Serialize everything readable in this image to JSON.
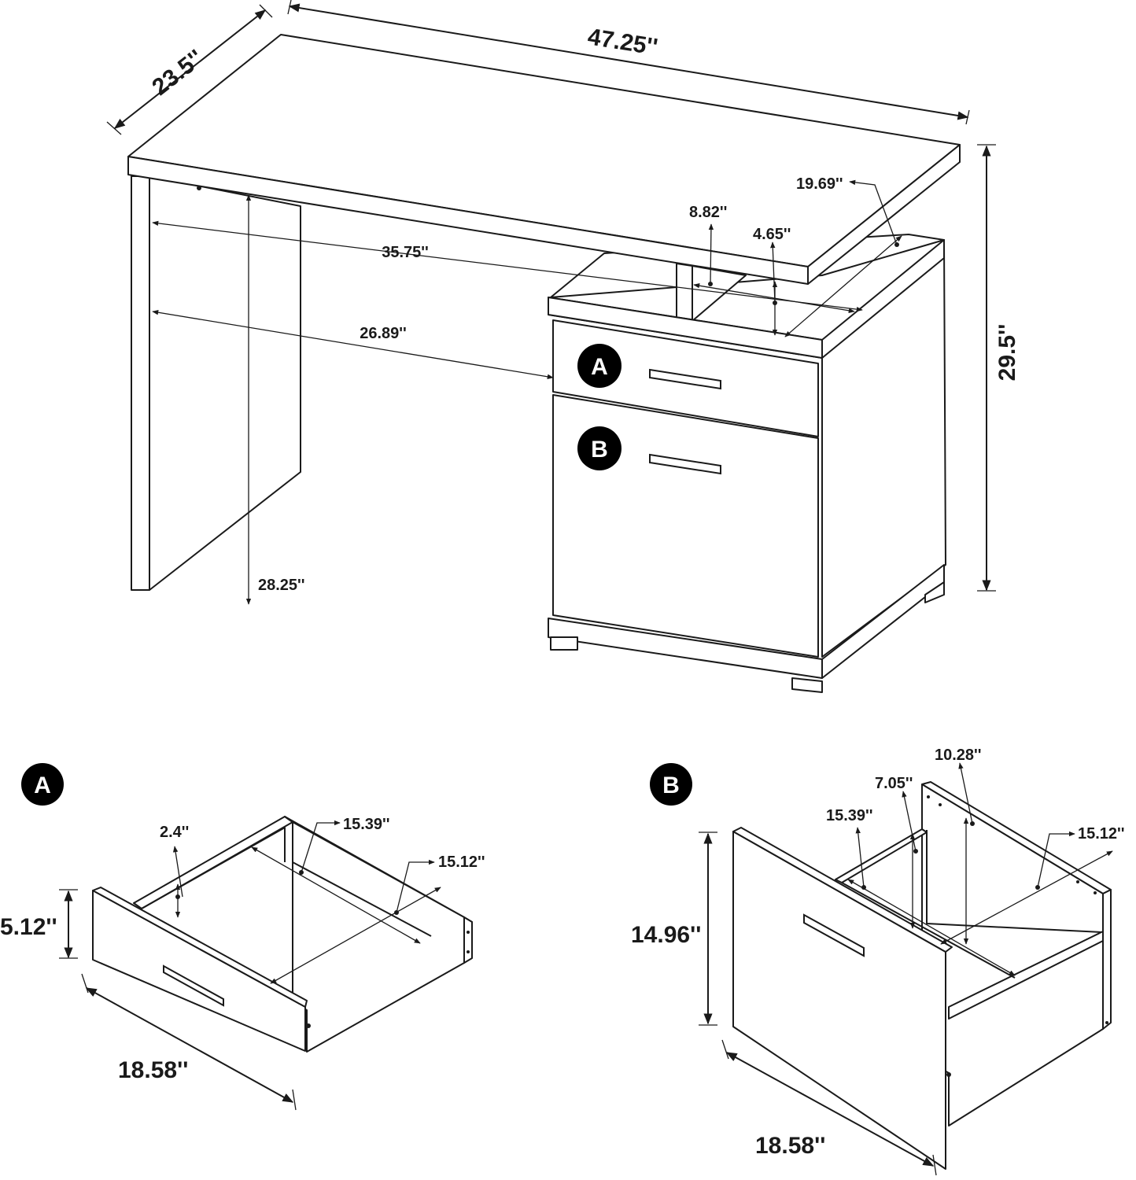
{
  "desk": {
    "badges": [
      "A",
      "B"
    ],
    "dimensions": {
      "depth": "23.5''",
      "width": "47.25''",
      "height": "29.5''",
      "inner_width": "35.75''",
      "leg_to_cabinet": "26.89''",
      "leg_height": "28.25''",
      "shelf_depth": "19.69''",
      "riser_width": "8.82''",
      "riser_height": "4.65''"
    }
  },
  "drawer_a": {
    "badge": "A",
    "dimensions": {
      "front_width": "18.58''",
      "front_height": "5.12''",
      "inner_depth": "15.39''",
      "inner_width": "15.12''",
      "side_height": "2.4''"
    }
  },
  "drawer_b": {
    "badge": "B",
    "dimensions": {
      "front_width": "18.58''",
      "front_height": "14.96''",
      "inner_depth": "15.39''",
      "inner_width": "15.12''",
      "side_height": "7.05''",
      "back_height": "10.28''"
    }
  }
}
